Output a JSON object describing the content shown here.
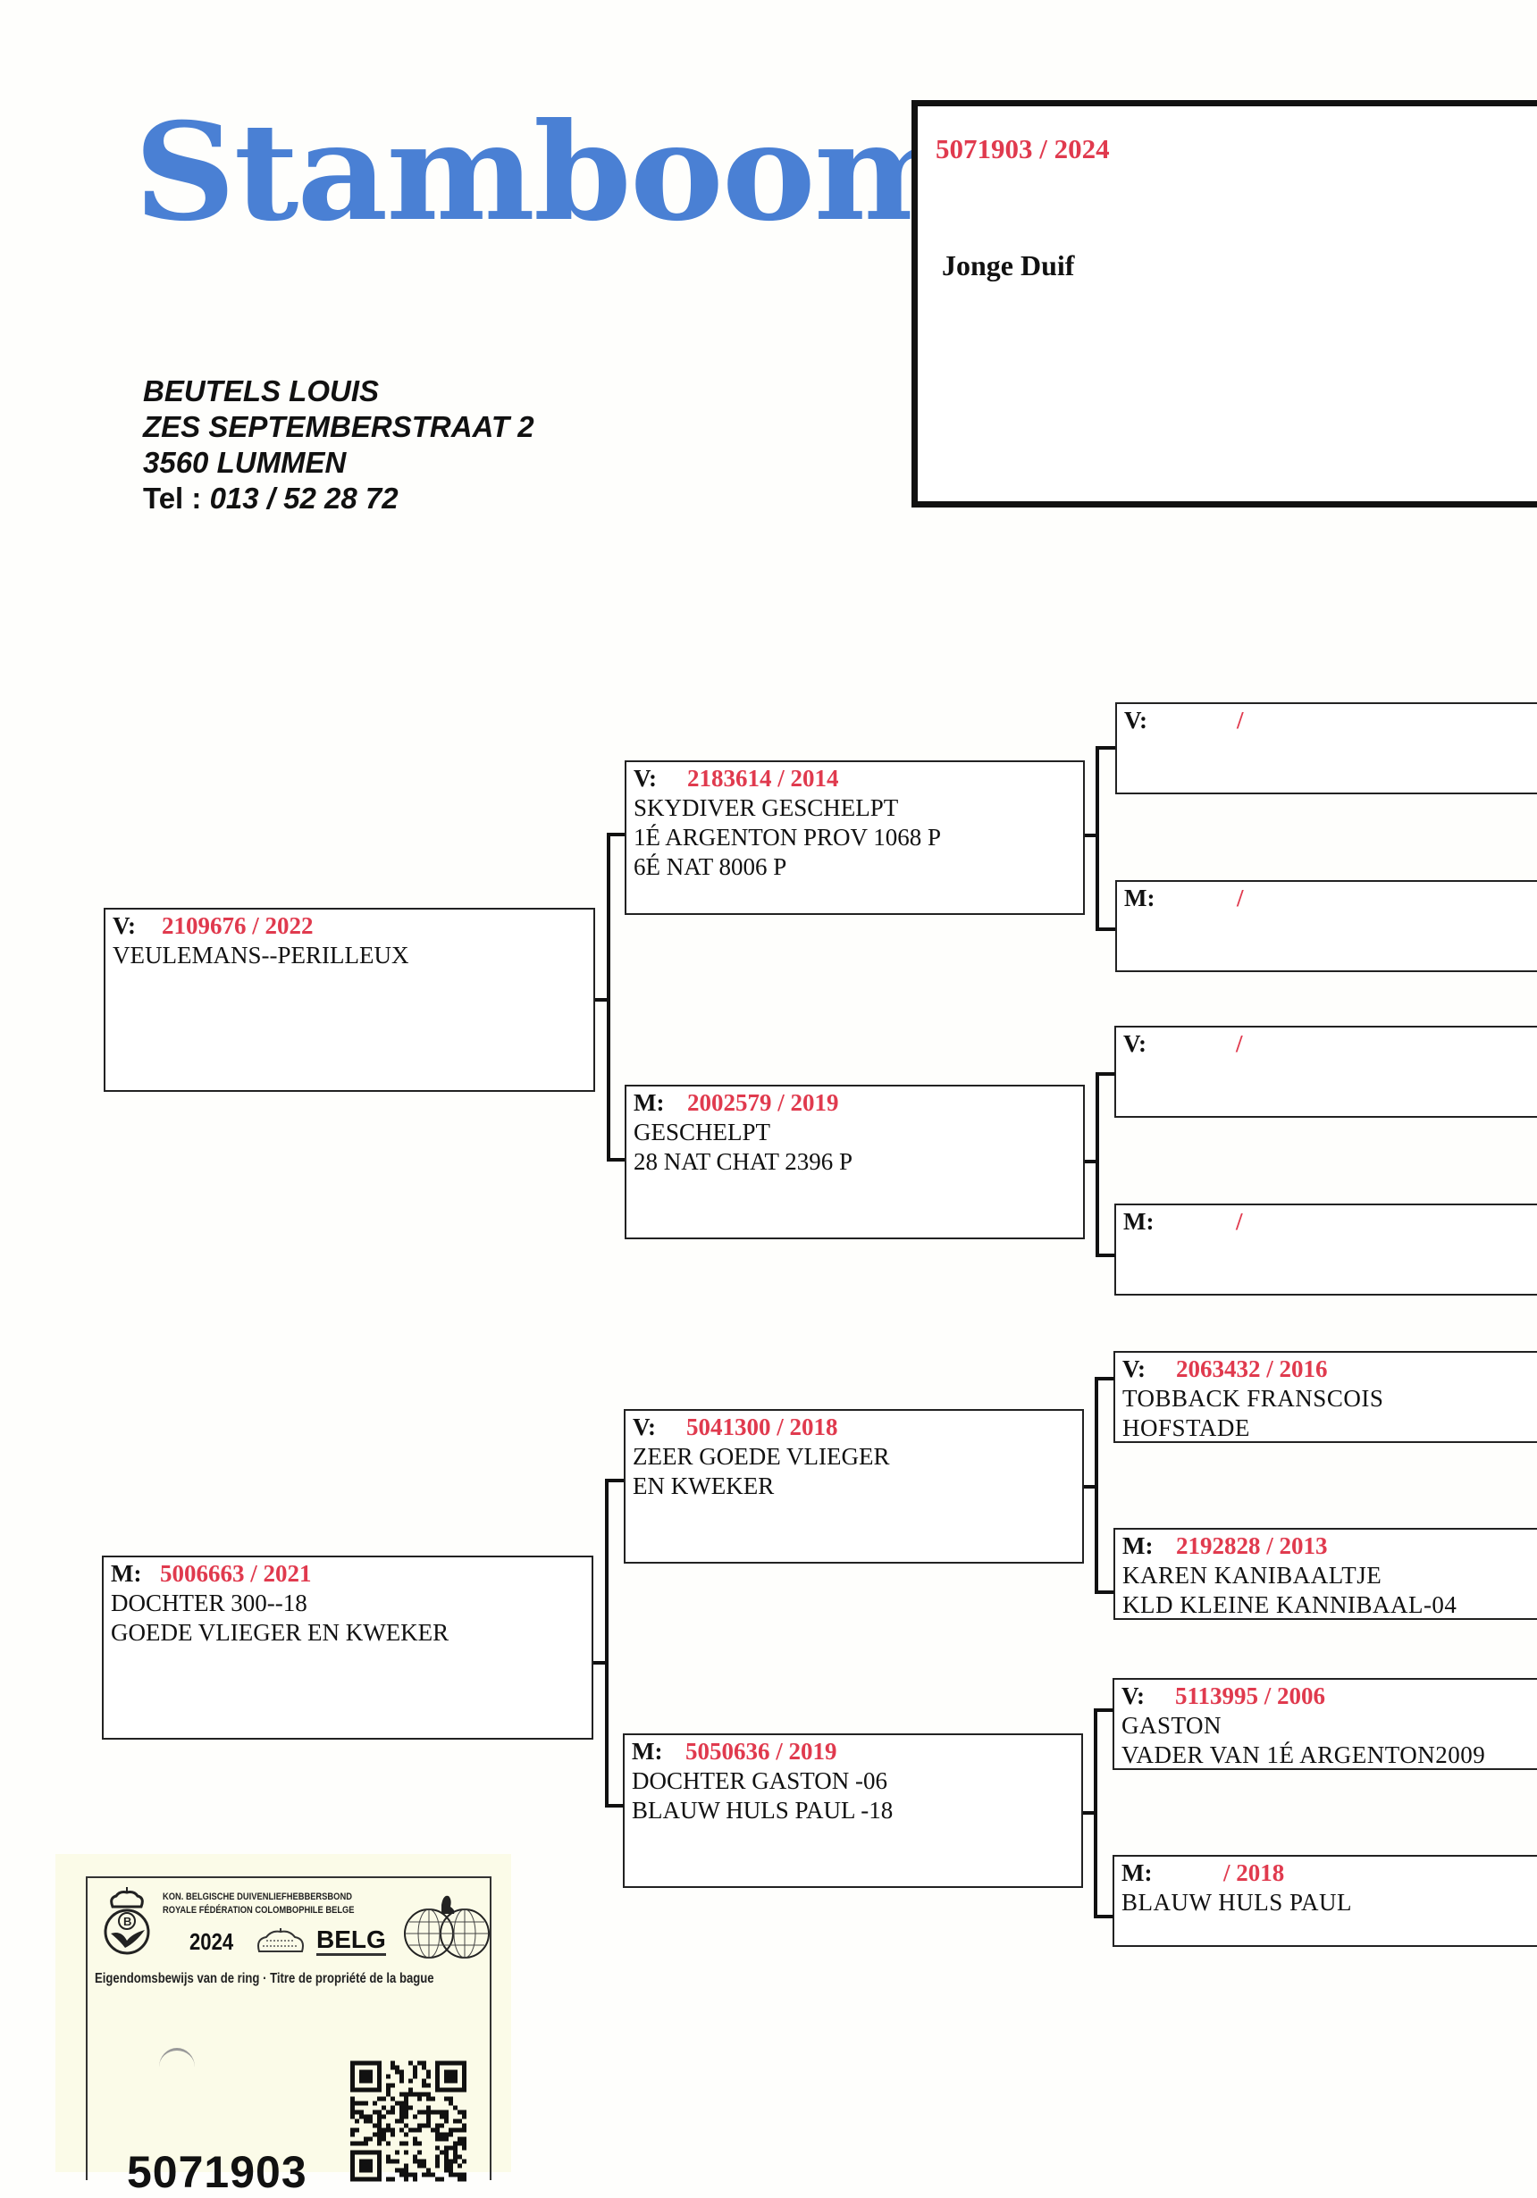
{
  "header": {
    "logo_text": "Stamboom",
    "owner": {
      "name": "BEUTELS LOUIS",
      "street": "ZES SEPTEMBERSTRAAT 2",
      "city": "3560 LUMMEN",
      "tel_label": "Tel :",
      "tel": "013 / 52 28 72"
    }
  },
  "subject": {
    "ring": "5071903 / 2024",
    "description": "Jonge Duif"
  },
  "accent_color": "#e03a4e",
  "logo_color": "#4a80d4",
  "pedigree": {
    "sire": {
      "sex": "V:",
      "ring": "2109676 / 2022",
      "lines": [
        "VEULEMANS--PERILLEUX"
      ]
    },
    "dam": {
      "sex": "M:",
      "ring": "5006663 / 2021",
      "lines": [
        "DOCHTER 300--18",
        "GOEDE VLIEGER EN KWEKER"
      ]
    },
    "sire_sire": {
      "sex": "V:",
      "ring": "2183614 / 2014",
      "lines": [
        "SKYDIVER GESCHELPT",
        "1É ARGENTON PROV 1068 P",
        "6É NAT 8006 P"
      ]
    },
    "sire_dam": {
      "sex": "M:",
      "ring": "2002579 / 2019",
      "lines": [
        "GESCHELPT",
        "28 NAT CHAT 2396 P"
      ]
    },
    "dam_sire": {
      "sex": "V:",
      "ring": "5041300 / 2018",
      "lines": [
        "ZEER GOEDE VLIEGER",
        "EN KWEKER"
      ]
    },
    "dam_dam": {
      "sex": "M:",
      "ring": "5050636 / 2019",
      "lines": [
        "DOCHTER GASTON -06",
        "BLAUW HULS PAUL -18"
      ]
    },
    "ggp": [
      {
        "sex": "V:",
        "ring": "/",
        "lines": []
      },
      {
        "sex": "M:",
        "ring": "/",
        "lines": []
      },
      {
        "sex": "V:",
        "ring": "/",
        "lines": []
      },
      {
        "sex": "M:",
        "ring": "/",
        "lines": []
      },
      {
        "sex": "V:",
        "ring": "2063432 / 2016",
        "lines": [
          "TOBBACK FRANSCOIS",
          "HOFSTADE"
        ]
      },
      {
        "sex": "M:",
        "ring": "2192828 / 2013",
        "lines": [
          "KAREN KANIBAALTJE",
          "KLD KLEINE KANNIBAAL-04"
        ]
      },
      {
        "sex": "V:",
        "ring": "5113995 / 2006",
        "lines": [
          "GASTON",
          "VADER VAN 1É ARGENTON2009"
        ]
      },
      {
        "sex": "M:",
        "ring": "/ 2018",
        "lines": [
          "BLAUW HULS PAUL"
        ]
      }
    ]
  },
  "ring_card": {
    "org_line1": "KON. BELGISCHE DUIVENLIEFHEBBERSBOND",
    "org_line2": "ROYALE FÉDÉRATION COLOMBOPHILE BELGE",
    "year": "2024",
    "country": "BELG",
    "title": "Eigendomsbewijs van de ring · Titre de propriété de la bague",
    "number": "5071903"
  }
}
